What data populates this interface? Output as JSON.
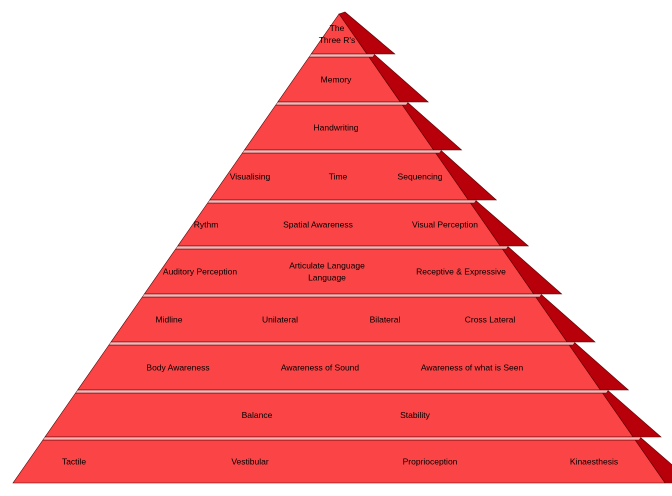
{
  "colors": {
    "face": "#fb4446",
    "side": "#b8000b",
    "top_edge": "#f9b5b5",
    "outline": "#5a0000"
  },
  "tiers": [
    {
      "labels": [
        [
          "The",
          "Three R's"
        ]
      ]
    },
    {
      "labels": [
        [
          "Memory"
        ]
      ]
    },
    {
      "labels": [
        [
          "Handwriting"
        ]
      ]
    },
    {
      "labels": [
        [
          "Visualising"
        ],
        [
          "Time"
        ],
        [
          "Sequencing"
        ]
      ]
    },
    {
      "labels": [
        [
          "Rythm"
        ],
        [
          "Spatial Awareness"
        ],
        [
          "Visual Perception"
        ]
      ]
    },
    {
      "labels": [
        [
          "Auditory Perception"
        ],
        [
          "Articulate Language",
          "Language"
        ],
        [
          "Receptive & Expressive"
        ]
      ]
    },
    {
      "labels": [
        [
          "Midline"
        ],
        [
          "Unilateral"
        ],
        [
          "Bilateral"
        ],
        [
          "Cross Lateral"
        ]
      ]
    },
    {
      "labels": [
        [
          "Body Awareness"
        ],
        [
          "Awareness of Sound"
        ],
        [
          "Awareness of what is Seen"
        ]
      ]
    },
    {
      "labels": [
        [
          "Balance"
        ],
        [
          "Stability"
        ]
      ]
    },
    {
      "labels": [
        [
          "Tactile"
        ],
        [
          "Vestibular"
        ],
        [
          "Proprioception"
        ],
        [
          "Kinaesthesis"
        ]
      ]
    }
  ]
}
